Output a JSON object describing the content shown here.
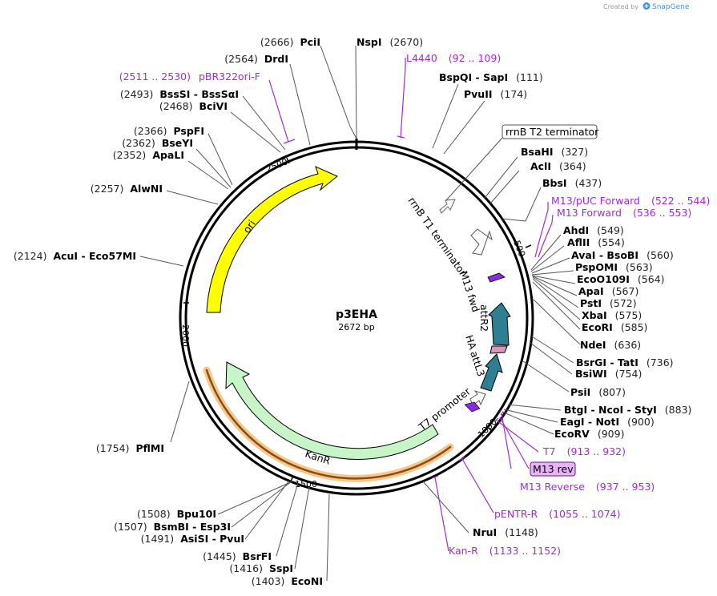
{
  "credit": {
    "prefix": "Created by",
    "brand": "SnapGene"
  },
  "plasmid": {
    "name": "p3EHA",
    "length_label": "2672 bp",
    "length": 2672
  },
  "ticks": [
    "500",
    "1000",
    "1500",
    "2000",
    "2500"
  ],
  "features": [
    {
      "id": "ori",
      "label": "ori",
      "color": "#ffff00"
    },
    {
      "id": "kanr",
      "label": "KanR",
      "color": "#c8f5c8"
    },
    {
      "id": "attr2",
      "label": "attR2",
      "color": "#2f7f93"
    },
    {
      "id": "attl3",
      "label": "attL3",
      "color": "#2f7f93"
    },
    {
      "id": "ha",
      "label": "HA",
      "color": "#d898c0"
    },
    {
      "id": "m13fwd",
      "label": "M13 fwd",
      "color": "#8b2be0"
    },
    {
      "id": "rrnbt1",
      "label": "rrnB T1 terminator",
      "color": "#ffffff"
    },
    {
      "id": "t7promoter",
      "label": "T7 promoter",
      "color": "#ffffff"
    }
  ],
  "rrnb_t2": {
    "label": "rrnB T2 terminator"
  },
  "m13rev": {
    "label": "M13 rev",
    "color": "#e6b3f5"
  },
  "sites": [
    {
      "id": "pcii",
      "pre": "(2666)",
      "name": "PciI",
      "post": ""
    },
    {
      "id": "nspi",
      "pre": "",
      "name": "NspI",
      "post": "(2670)"
    },
    {
      "id": "drdi",
      "pre": "(2564)",
      "name": "DrdI",
      "post": ""
    },
    {
      "id": "bspqi",
      "pre": "",
      "name": "BspQI  -  SapI",
      "post": "(111)"
    },
    {
      "id": "pvuii",
      "pre": "",
      "name": "PvuII",
      "post": "(174)"
    },
    {
      "id": "bsssi",
      "pre": "(2493)",
      "name": "BssSI  -  BssSαI",
      "post": ""
    },
    {
      "id": "bcivi",
      "pre": "(2468)",
      "name": "BciVI",
      "post": ""
    },
    {
      "id": "pspfi",
      "pre": "(2366)",
      "name": "PspFI",
      "post": ""
    },
    {
      "id": "bseyi",
      "pre": "(2362)",
      "name": "BseYI",
      "post": ""
    },
    {
      "id": "apali",
      "pre": "(2352)",
      "name": "ApaLI",
      "post": ""
    },
    {
      "id": "bsahi",
      "pre": "",
      "name": "BsaHI",
      "post": "(327)"
    },
    {
      "id": "acli",
      "pre": "",
      "name": "AclI",
      "post": "(364)"
    },
    {
      "id": "bbsi",
      "pre": "",
      "name": "BbsI",
      "post": "(437)"
    },
    {
      "id": "alwni",
      "pre": "(2257)",
      "name": "AlwNI",
      "post": ""
    },
    {
      "id": "ahdi",
      "pre": "",
      "name": "AhdI",
      "post": "(549)"
    },
    {
      "id": "aflii",
      "pre": "",
      "name": "AflII",
      "post": "(554)"
    },
    {
      "id": "avai",
      "pre": "",
      "name": "AvaI  -  BsoBI",
      "post": "(560)"
    },
    {
      "id": "acui",
      "pre": "(2124)",
      "name": "AcuI  -  Eco57MI",
      "post": ""
    },
    {
      "id": "pspomi",
      "pre": "",
      "name": "PspOMI",
      "post": "(563)"
    },
    {
      "id": "eco0109i",
      "pre": "",
      "name": "EcoO109I",
      "post": "(564)"
    },
    {
      "id": "apai",
      "pre": "",
      "name": "ApaI",
      "post": "(567)"
    },
    {
      "id": "psti",
      "pre": "",
      "name": "PstI",
      "post": "(572)"
    },
    {
      "id": "xbai",
      "pre": "",
      "name": "XbaI",
      "post": "(575)"
    },
    {
      "id": "ecori",
      "pre": "",
      "name": "EcoRI",
      "post": "(585)"
    },
    {
      "id": "ndei",
      "pre": "",
      "name": "NdeI",
      "post": "(636)"
    },
    {
      "id": "bsrgi",
      "pre": "",
      "name": "BsrGI  -  TatI",
      "post": "(736)"
    },
    {
      "id": "bsiwi",
      "pre": "",
      "name": "BsiWI",
      "post": "(754)"
    },
    {
      "id": "psii",
      "pre": "",
      "name": "PsiI",
      "post": "(807)"
    },
    {
      "id": "btgi",
      "pre": "",
      "name": "BtgI  -  NcoI  -  StyI",
      "post": "(883)"
    },
    {
      "id": "eagi",
      "pre": "",
      "name": "EagI  -  NotI",
      "post": "(900)"
    },
    {
      "id": "ecorv",
      "pre": "",
      "name": "EcoRV",
      "post": "(909)"
    },
    {
      "id": "pflmi",
      "pre": "(1754)",
      "name": "PflMI",
      "post": ""
    },
    {
      "id": "bpu10i",
      "pre": "(1508)",
      "name": "Bpu10I",
      "post": ""
    },
    {
      "id": "bsmbi",
      "pre": "(1507)",
      "name": "BsmBI  -  Esp3I",
      "post": ""
    },
    {
      "id": "asisi",
      "pre": "(1491)",
      "name": "AsiSI  -  PvuI",
      "post": ""
    },
    {
      "id": "nrui",
      "pre": "",
      "name": "NruI",
      "post": "(1148)"
    },
    {
      "id": "bsrfi",
      "pre": "(1445)",
      "name": "BsrFI",
      "post": ""
    },
    {
      "id": "sspi",
      "pre": "(1416)",
      "name": "SspI",
      "post": ""
    },
    {
      "id": "econi",
      "pre": "(1403)",
      "name": "EcoNI",
      "post": ""
    }
  ],
  "primers": [
    {
      "id": "l4440",
      "name": "L4440",
      "range": "(92 .. 109)"
    },
    {
      "id": "pbr322",
      "name": "pBR322ori-F",
      "range": "(2511 .. 2530)"
    },
    {
      "id": "m13puc",
      "name": "M13/pUC Forward",
      "range": "(522 .. 544)"
    },
    {
      "id": "m13f",
      "name": "M13 Forward",
      "range": "(536 .. 553)"
    },
    {
      "id": "t7",
      "name": "T7",
      "range": "(913 .. 932)"
    },
    {
      "id": "m13r",
      "name": "M13 Reverse",
      "range": "(937 .. 953)"
    },
    {
      "id": "pentr",
      "name": "pENTR-R",
      "range": "(1055 .. 1074)"
    },
    {
      "id": "kanr",
      "name": "Kan-R",
      "range": "(1133 .. 1152)"
    }
  ]
}
